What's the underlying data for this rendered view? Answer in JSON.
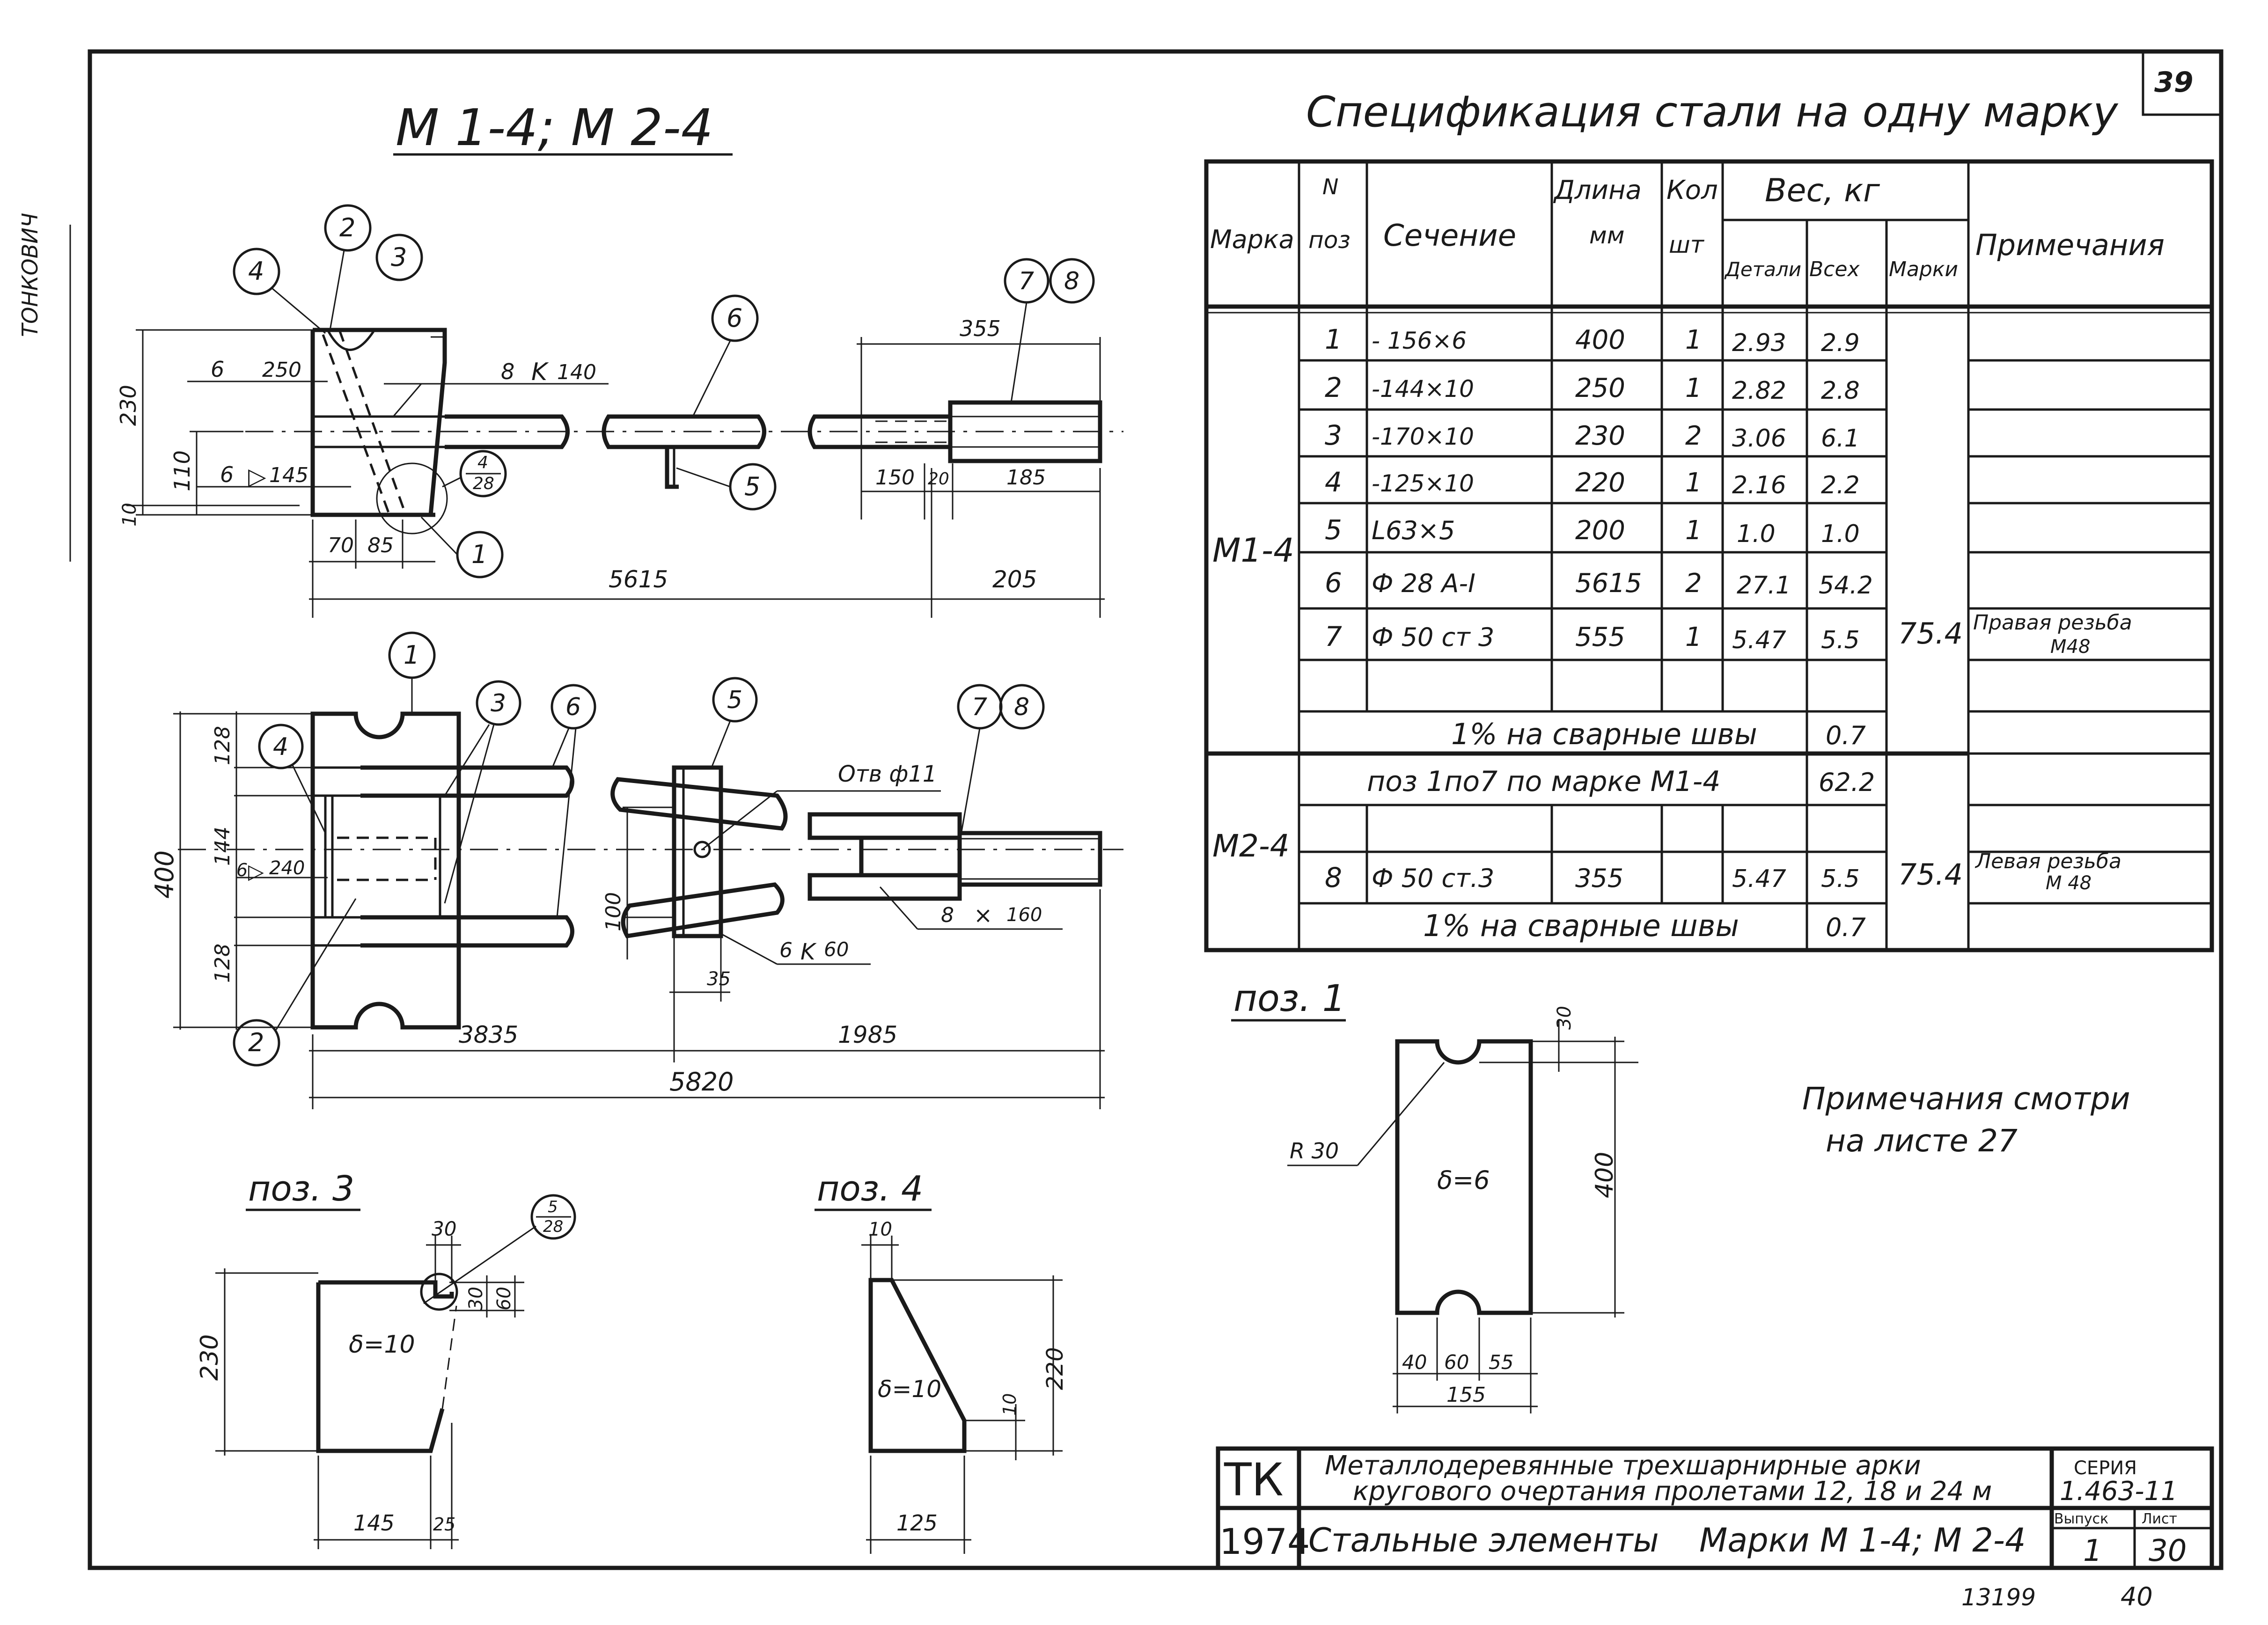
{
  "sheet_no": "39",
  "side_stamp": "ТОНКОВИЧ",
  "main_title": "М 1-4; М 2-4",
  "spec": {
    "title": "Спецификация стали на одну марку",
    "headers": {
      "marka": "Марка",
      "n": "N",
      "poz": "поз",
      "sechenie": "Сечение",
      "dlina": "Длина",
      "mm": "мм",
      "kol": "Кол",
      "sht": "шт",
      "ves": "Вес, кг",
      "detali": "Детали",
      "vseh": "Всех",
      "marki": "Марки",
      "primech": "Примечания"
    },
    "m14": {
      "marka": "М1-4",
      "rows": [
        {
          "poz": "1",
          "sech": "- 156×6",
          "len": "400",
          "kol": "1",
          "det": "2.93",
          "all": "2.9"
        },
        {
          "poz": "2",
          "sech": "-144×10",
          "len": "250",
          "kol": "1",
          "det": "2.82",
          "all": "2.8"
        },
        {
          "poz": "3",
          "sech": "-170×10",
          "len": "230",
          "kol": "2",
          "det": "3.06",
          "all": "6.1"
        },
        {
          "poz": "4",
          "sech": "-125×10",
          "len": "220",
          "kol": "1",
          "det": "2.16",
          "all": "2.2"
        },
        {
          "poz": "5",
          "sech": "L63×5",
          "len": "200",
          "kol": "1",
          "det": "1.0",
          "all": "1.0"
        },
        {
          "poz": "6",
          "sech": "Ф 28 А-I",
          "len": "5615",
          "kol": "2",
          "det": "27.1",
          "all": "54.2"
        },
        {
          "poz": "7",
          "sech": "Ф 50 ст 3",
          "len": "555",
          "kol": "1",
          "det": "5.47",
          "all": "5.5"
        }
      ],
      "weld_label": "1% на сварные швы",
      "weld_value": "0.7",
      "mass": "75.4",
      "note1": "Правая резьба",
      "note2": "М48"
    },
    "m24": {
      "marka": "М2-4",
      "ref_label": "поз 1по7 по марке М1-4",
      "ref_value": "62.2",
      "row": {
        "poz": "8",
        "sech": "Ф 50 ст.3",
        "len": "355",
        "kol": "",
        "det": "5.47",
        "all": "5.5"
      },
      "weld_label": "1% на сварные швы",
      "weld_value": "0.7",
      "mass": "75.4",
      "note1": "Левая резьба",
      "note2": "М 48"
    }
  },
  "labels": {
    "poz1": "поз. 1",
    "poz3": "поз. 3",
    "poz4": "поз. 4",
    "notes_ref_1": "Примечания смотри",
    "notes_ref_2": "на листе 27",
    "hole": "Отв ф11",
    "weld_8_140": "8",
    "weld_8_140_len": "140",
    "weld_6_145": "6",
    "weld_6_145_len": "145",
    "weld_6_240": "6",
    "weld_6_240_len": "240",
    "weld_6_60": "6",
    "weld_6_60_len": "60",
    "weld_8_160": "8",
    "weld_8_160_len": "160",
    "thick6": "δ=6",
    "thick10a": "δ=10",
    "thick10b": "δ=10",
    "r30": "R 30"
  },
  "dims": {
    "top_6": "6",
    "top_250": "250",
    "top_230": "230",
    "top_110": "110",
    "top_10": "10",
    "top_70": "70",
    "top_85": "85",
    "top_5615": "5615",
    "top_205": "205",
    "top_355": "355",
    "top_150": "150",
    "top_20": "20",
    "top_185": "185",
    "pl_128a": "128",
    "pl_144": "144",
    "pl_128b": "128",
    "pl_400": "400",
    "pl_100": "100",
    "pl_35": "35",
    "pl_3835": "3835",
    "pl_1985": "1985",
    "pl_5820": "5820",
    "p1_30": "30",
    "p1_400": "400",
    "p1_40": "40",
    "p1_60": "60",
    "p1_55": "55",
    "p1_155": "155",
    "p3_30": "30",
    "p3_30b": "30",
    "p3_60": "60",
    "p3_230": "230",
    "p3_145": "145",
    "p3_25": "25",
    "p4_10": "10",
    "p4_220": "220",
    "p4_10b": "10",
    "p4_125": "125"
  },
  "callouts": {
    "c1": "1",
    "c2": "2",
    "c3": "3",
    "c4": "4",
    "c5": "5",
    "c6": "6",
    "c7": "7",
    "c8": "8",
    "frac_top": "4",
    "frac_bot": "28",
    "frac_top_p3": "5",
    "frac_bot_p3": "28"
  },
  "stamp": {
    "org": "ТК",
    "year": "1974",
    "title1": "Металлодеревянные трехшарнирные арки",
    "title2": "кругового очертания пролетами 12, 18 и 24 м",
    "subject": "Стальные элементы",
    "marks": "Марки М 1-4; М 2-4",
    "series_label": "СЕРИЯ",
    "series": "1.463-11",
    "vyp_label": "Выпуск",
    "vyp": "1",
    "list_label": "Лист",
    "list": "30"
  },
  "footer": {
    "num": "13199",
    "page": "40"
  }
}
